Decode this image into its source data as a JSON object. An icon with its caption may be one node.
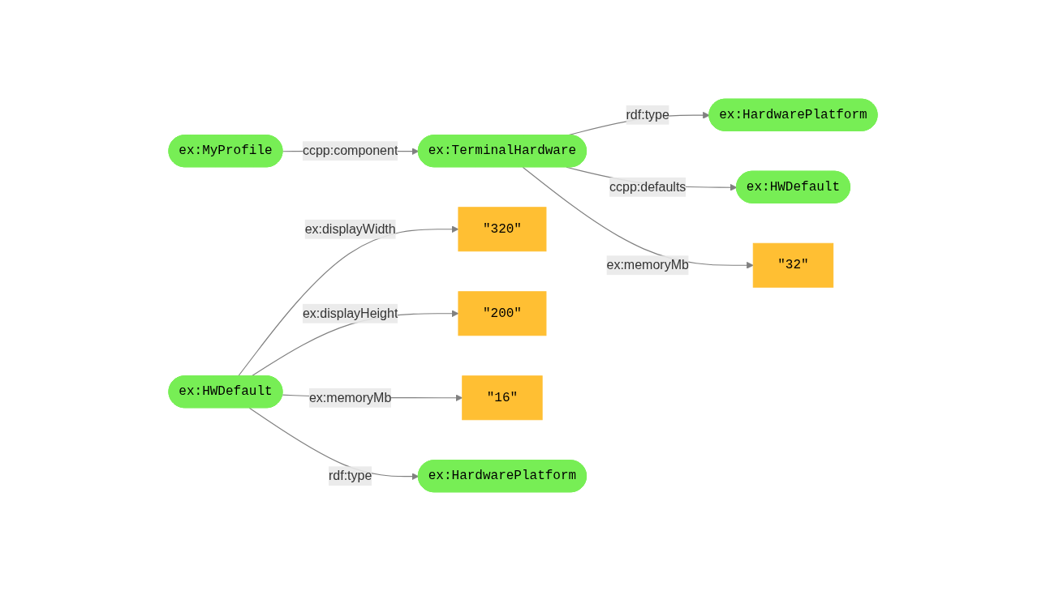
{
  "diagram": {
    "nodes": [
      {
        "text": [
          "ex:MyProfile"
        ]
      },
      {
        "text": [
          "ex:TerminalHardware"
        ]
      },
      {
        "text": [
          "ex:HardwarePlatform"
        ]
      },
      {
        "text": [
          "ex:HWDefault"
        ]
      },
      {
        "text": [
          "\"32\""
        ]
      },
      {
        "text": [
          "ex:HWDefault"
        ]
      },
      {
        "text": [
          "\"320\""
        ]
      },
      {
        "text": [
          "\"200\""
        ]
      },
      {
        "text": [
          "\"16\""
        ]
      },
      {
        "text": [
          "ex:HardwarePlatform"
        ]
      }
    ],
    "edges": [
      {
        "from": 0,
        "to": 1,
        "arrow": "to",
        "label": "ccpp:component"
      },
      {
        "from": 1,
        "to": 2,
        "arrow": "to",
        "label": "rdf:type"
      },
      {
        "from": 1,
        "to": 3,
        "arrow": "to",
        "label": "ccpp:defaults"
      },
      {
        "from": 1,
        "to": 4,
        "arrow": "to",
        "label": "ex:memoryMb"
      },
      {
        "from": 5,
        "to": 6,
        "arrow": "to",
        "label": "ex:displayWidth"
      },
      {
        "from": 5,
        "to": 7,
        "arrow": "to",
        "label": "ex:displayHeight"
      },
      {
        "from": 5,
        "to": 8,
        "arrow": "to",
        "label": "ex:memoryMb"
      },
      {
        "from": 5,
        "to": 9,
        "arrow": "to",
        "label": "rdf:type"
      }
    ]
  }
}
